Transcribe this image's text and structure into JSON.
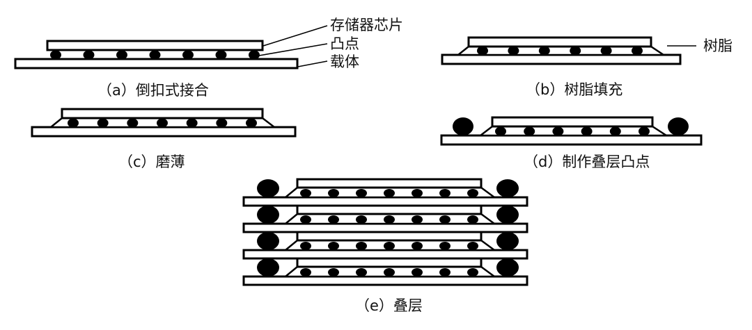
{
  "title": "存储器芯片倒扣式叠层工艺流程",
  "colors": {
    "ink": "#000000",
    "background": "#ffffff"
  },
  "labels": {
    "chip": "存储器芯片",
    "bump": "凸点",
    "carrier": "载体",
    "resin": "树脂"
  },
  "panels": [
    {
      "id": "a",
      "caption": "（a）倒扣式接合",
      "bump_count": 7,
      "has_resin": false,
      "has_stack_balls": false,
      "layers": 1
    },
    {
      "id": "b",
      "caption": "（b）树脂填充",
      "bump_count": 6,
      "has_resin": true,
      "has_stack_balls": false,
      "layers": 1
    },
    {
      "id": "c",
      "caption": "（c）磨薄",
      "bump_count": 7,
      "has_resin": true,
      "has_stack_balls": false,
      "layers": 1
    },
    {
      "id": "d",
      "caption": "（d）制作叠层凸点",
      "bump_count": 6,
      "has_resin": true,
      "has_stack_balls": true,
      "layers": 1
    },
    {
      "id": "e",
      "caption": "（e）叠层",
      "bump_count": 7,
      "has_resin": true,
      "has_stack_balls": true,
      "layers": 4
    }
  ]
}
